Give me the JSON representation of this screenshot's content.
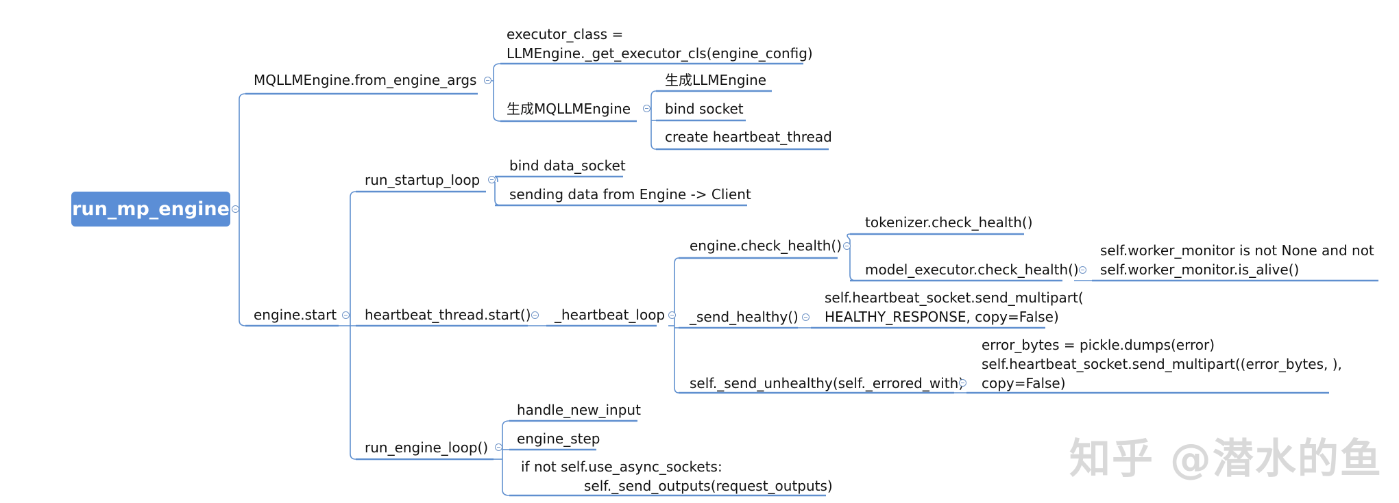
{
  "root": "run_mp_engine",
  "nodes": {
    "from_engine_args": "MQLLMEngine.from_engine_args",
    "executor_class_1": "executor_class =",
    "executor_class_2": "LLMEngine._get_executor_cls(engine_config)",
    "gen_mqllm": "生成MQLLMEngine",
    "gen_llm": "生成LLMEngine",
    "bind_socket": "bind socket",
    "create_heartbeat": "create heartbeat_thread",
    "engine_start": "engine.start",
    "run_startup_loop": "run_startup_loop",
    "bind_data_socket": "bind data_socket",
    "sending_data": "sending data from Engine -> Client",
    "heartbeat_thread_start": "heartbeat_thread.start()",
    "heartbeat_loop": "_heartbeat_loop",
    "engine_check_health": "engine.check_health()",
    "tokenizer_check": "tokenizer.check_health()",
    "model_executor_check": "model_executor.check_health()",
    "worker_monitor_1": "self.worker_monitor is not None and not",
    "worker_monitor_2": "self.worker_monitor.is_alive()",
    "send_healthy": "_send_healthy()",
    "send_multipart_1": "self.heartbeat_socket.send_multipart(",
    "send_multipart_2": "HEALTHY_RESPONSE, copy=False)",
    "send_unhealthy": "self._send_unhealthy(self._errored_with)",
    "error_bytes_1": "error_bytes = pickle.dumps(error)",
    "error_bytes_2": "self.heartbeat_socket.send_multipart((error_bytes, ),",
    "error_bytes_3": "copy=False)",
    "run_engine_loop": "run_engine_loop()",
    "handle_new_input": "handle_new_input",
    "engine_step": "engine_step",
    "if_async_1": "if not self.use_async_sockets:",
    "if_async_2": "self._send_outputs(request_outputs)"
  },
  "watermark": "知乎 @潜水的鱼",
  "colors": {
    "connector": "#5f8fcf",
    "root_fill": "#5b8ed6",
    "text": "#111111"
  }
}
